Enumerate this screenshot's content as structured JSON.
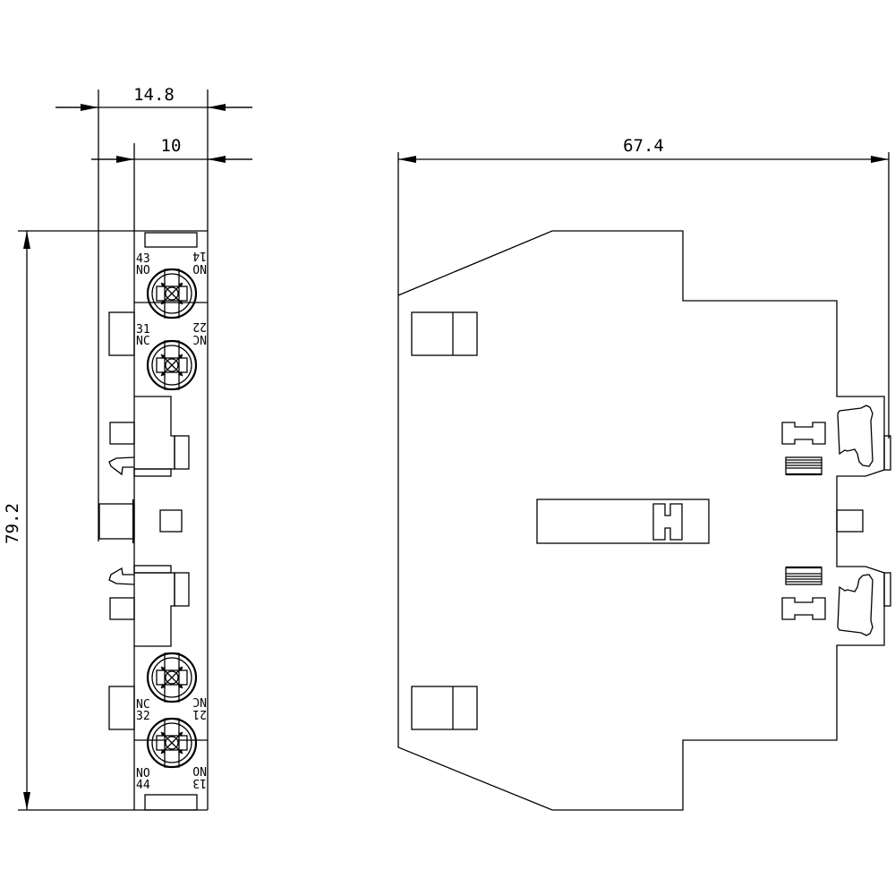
{
  "dimensions": {
    "width_total": "14.8",
    "width_inner": "10",
    "height": "79.2",
    "depth": "67.4"
  },
  "terminals": {
    "t43": "43",
    "t43_type": "NO",
    "t14": "14",
    "t14_type": "NO",
    "t31": "31",
    "t31_type": "NC",
    "t22": "22",
    "t22_type": "NC",
    "t32": "32",
    "t32_type": "NC",
    "t21": "21",
    "t21_type": "NC",
    "t44": "44",
    "t44_type": "NO",
    "t13": "13",
    "t13_type": "NO"
  },
  "colors": {
    "line": "#000000",
    "background": "#ffffff"
  }
}
